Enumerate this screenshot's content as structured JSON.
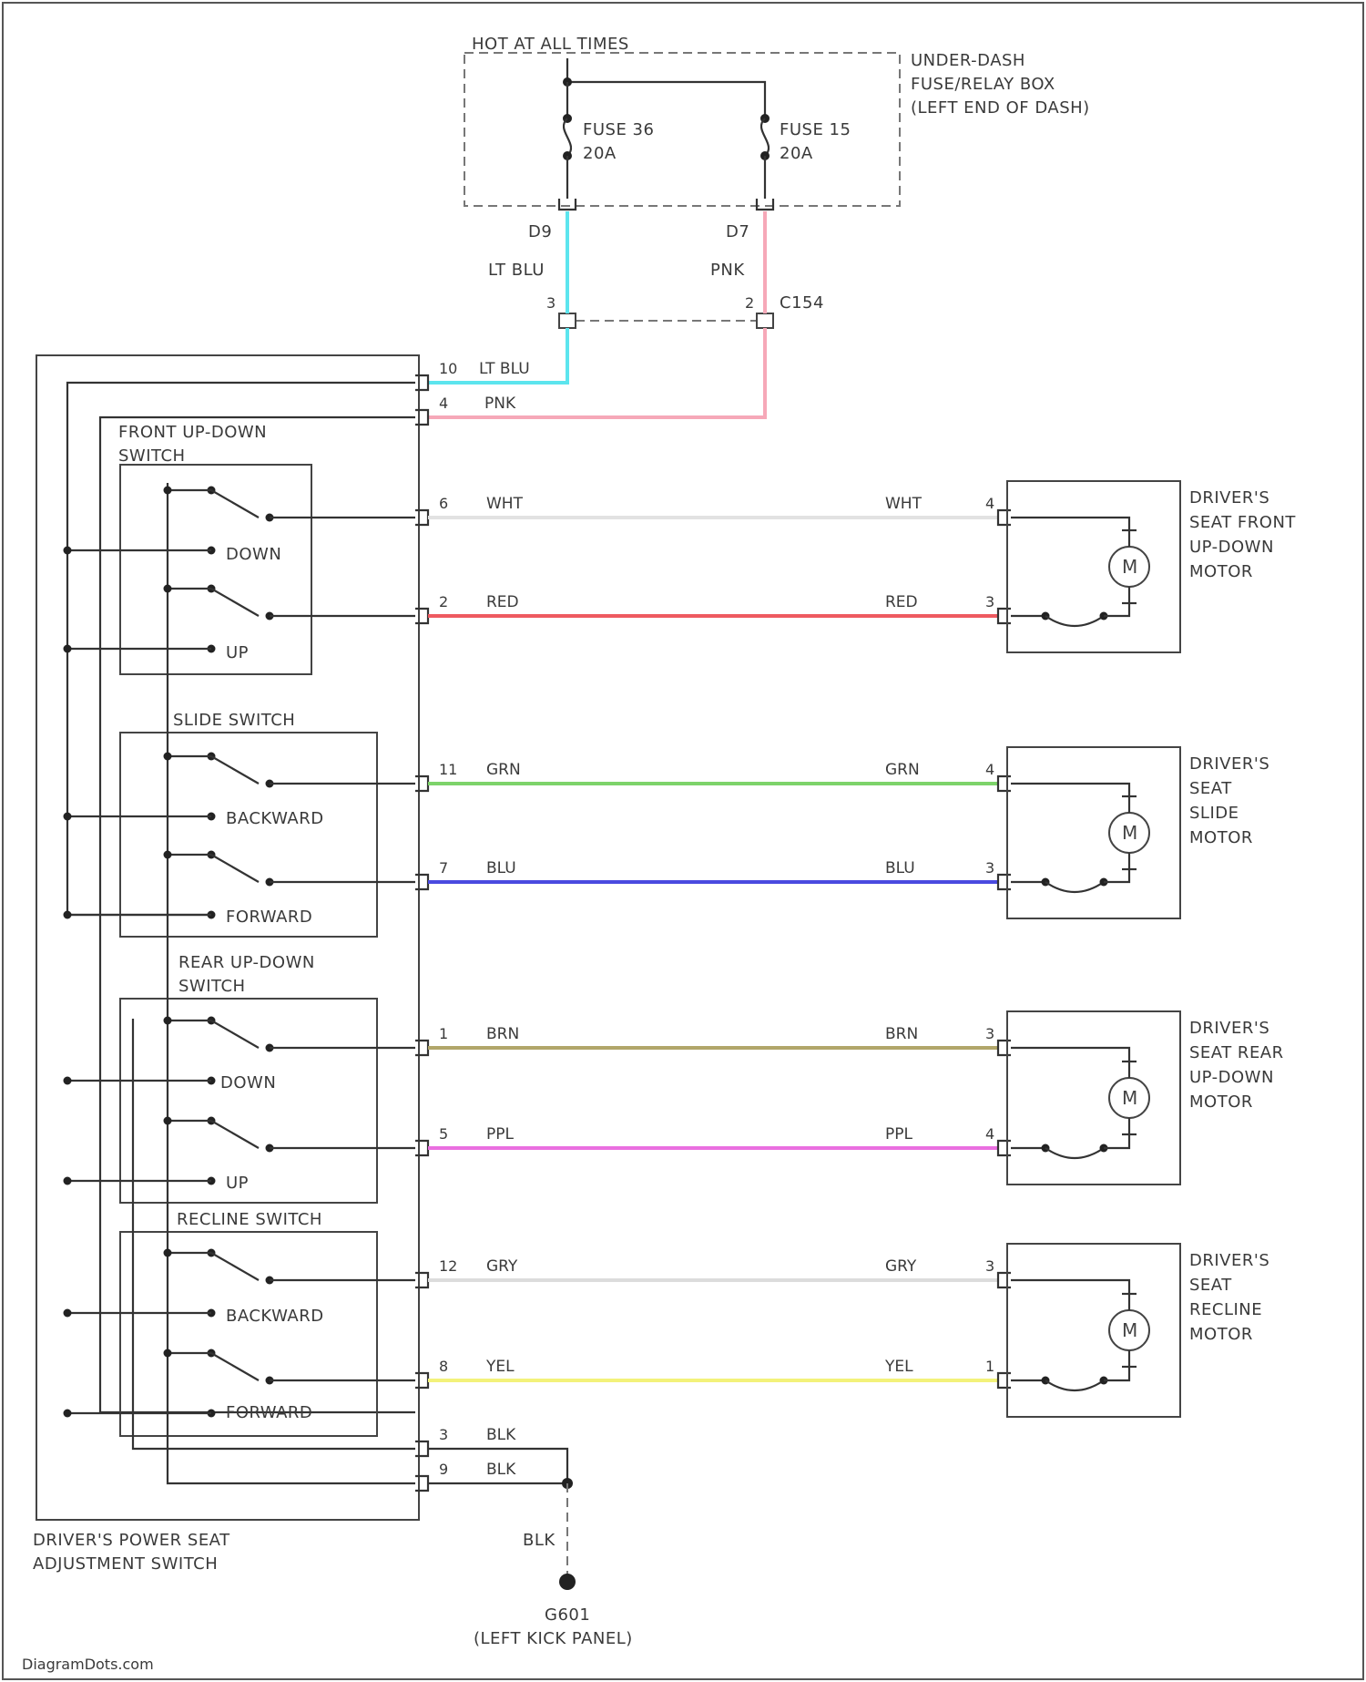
{
  "header": {
    "hot_label": "HOT AT ALL TIMES",
    "fusebox_lines": [
      "UNDER-DASH",
      "FUSE/RELAY BOX",
      "(LEFT END OF DASH)"
    ],
    "fuse_a": [
      "FUSE 36",
      "20A"
    ],
    "fuse_b": [
      "FUSE 15",
      "20A"
    ],
    "term_a": "D9",
    "term_b": "D7",
    "wire_a": "LT BLU",
    "wire_b": "PNK",
    "conn_pin_a": "3",
    "conn_pin_b": "2",
    "connector": "C154"
  },
  "switch": {
    "title_lines": [
      "DRIVER'S POWER SEAT",
      "ADJUSTMENT SWITCH"
    ],
    "power_pins": [
      {
        "pin": "10",
        "color": "LT BLU"
      },
      {
        "pin": "4",
        "color": "PNK"
      }
    ],
    "front_title": [
      "FRONT UP-DOWN",
      "SWITCH"
    ],
    "front_opts": [
      "DOWN",
      "UP"
    ],
    "slide_title": [
      "SLIDE SWITCH"
    ],
    "slide_opts": [
      "BACKWARD",
      "FORWARD"
    ],
    "rear_title": [
      "REAR UP-DOWN",
      "SWITCH"
    ],
    "rear_opts": [
      "DOWN",
      "UP"
    ],
    "recline_title": [
      "RECLINE SWITCH"
    ],
    "recline_opts": [
      "BACKWARD",
      "FORWARD"
    ],
    "ground_pins": [
      {
        "pin": "3",
        "color": "BLK"
      },
      {
        "pin": "9",
        "color": "BLK"
      }
    ]
  },
  "wires": [
    {
      "sw_pin": "6",
      "label": "WHT",
      "motor_pin": "4",
      "hex": "#e2e2e2"
    },
    {
      "sw_pin": "2",
      "label": "RED",
      "motor_pin": "3",
      "hex": "#ee5a60"
    },
    {
      "sw_pin": "11",
      "label": "GRN",
      "motor_pin": "4",
      "hex": "#7dd36a"
    },
    {
      "sw_pin": "7",
      "label": "BLU",
      "motor_pin": "3",
      "hex": "#4a4ae0"
    },
    {
      "sw_pin": "1",
      "label": "BRN",
      "motor_pin": "3",
      "hex": "#b1a66a"
    },
    {
      "sw_pin": "5",
      "label": "PPL",
      "motor_pin": "4",
      "hex": "#ea6fe0"
    },
    {
      "sw_pin": "12",
      "label": "GRY",
      "motor_pin": "3",
      "hex": "#dcdcdc"
    },
    {
      "sw_pin": "8",
      "label": "YEL",
      "motor_pin": "1",
      "hex": "#f3f27a"
    }
  ],
  "motors": [
    {
      "name_lines": [
        "DRIVER'S",
        "SEAT FRONT",
        "UP-DOWN",
        "MOTOR"
      ],
      "symbol": "M"
    },
    {
      "name_lines": [
        "DRIVER'S",
        "SEAT",
        "SLIDE",
        "MOTOR"
      ],
      "symbol": "M"
    },
    {
      "name_lines": [
        "DRIVER'S",
        "SEAT REAR",
        "UP-DOWN",
        "MOTOR"
      ],
      "symbol": "M"
    },
    {
      "name_lines": [
        "DRIVER'S",
        "SEAT",
        "RECLINE",
        "MOTOR"
      ],
      "symbol": "M"
    }
  ],
  "ground": {
    "wire": "BLK",
    "name": "G601",
    "location": "(LEFT KICK PANEL)"
  },
  "watermark": "DiagramDots.com",
  "colors": {
    "lt_blu": "#5ce5ee",
    "pnk": "#f6a8b8",
    "blk": "#333333"
  }
}
